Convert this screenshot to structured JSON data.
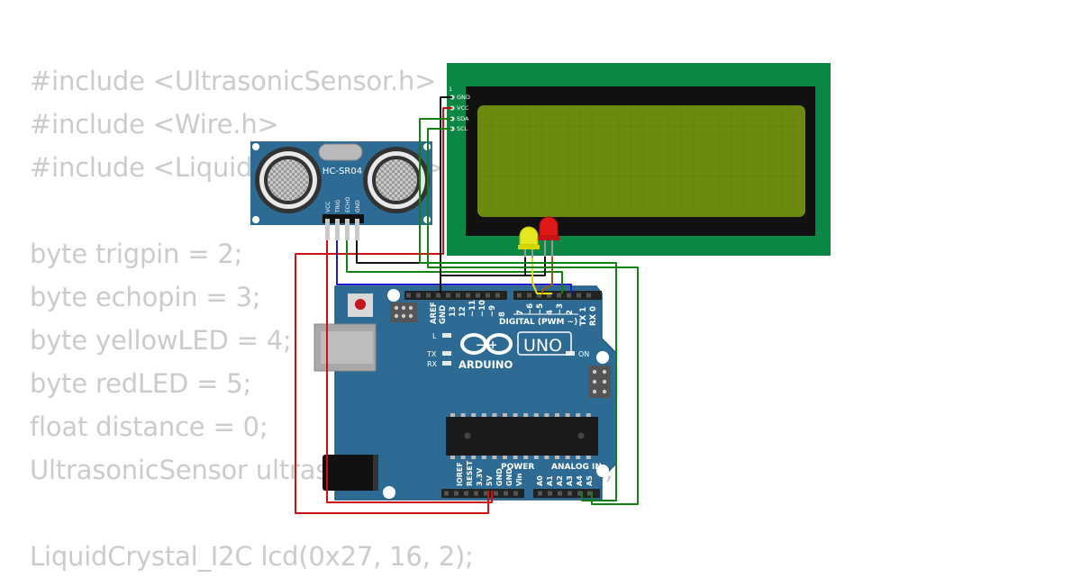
{
  "code_lines": [
    "#include <UltrasonicSensor.h>",
    "#include <Wire.h>",
    "#include <LiquidCrystal_I2C.h>",
    "",
    "byte trigpin = 2;",
    "byte echopin = 3;",
    "byte yellowLED = 4;",
    "byte redLED = 5;",
    "float distance = 0;",
    "UltrasonicSensor ultrasonic(trigpin, echopin);",
    "",
    "LiquidCrystal_I2C lcd(0x27, 16, 2);"
  ],
  "sensor": {
    "model": "HC-SR04",
    "pins": [
      "VCC",
      "TRIG",
      "ECHO",
      "GND"
    ]
  },
  "lcd": {
    "pin_index": "1",
    "pins": [
      "GND",
      "VCC",
      "SDA",
      "SCL"
    ]
  },
  "arduino": {
    "brand": "ARDUINO",
    "model": "UNO",
    "logo_glyphs": "− +",
    "on_label": "ON",
    "l_label": "L",
    "tx_label": "TX",
    "rx_label": "RX",
    "aref": "AREF",
    "gnd": "GND",
    "top_pins_left": [
      "13",
      "12",
      "~11",
      "~10",
      "~9",
      "8"
    ],
    "top_pins_right": [
      "7",
      "~6",
      "~5",
      "4",
      "~3",
      "2",
      "TX 1",
      "RX 0"
    ],
    "digital_label": "DIGITAL (PWM ~)",
    "power_label": "POWER",
    "analog_label": "ANALOG IN",
    "power_pins": [
      "IOREF",
      "RESET",
      "3.3V",
      "5V",
      "GND",
      "GND",
      "Vin"
    ],
    "analog_pins": [
      "A0",
      "A1",
      "A2",
      "A3",
      "A4",
      "A5"
    ]
  },
  "colors": {
    "code_text": "#cbcbcb",
    "board": "#2d6b94",
    "lcd_pcb": "#0a8745",
    "lcd_screen": "#6b8b0e",
    "wire_red": "#d01010",
    "wire_black": "#111111",
    "wire_green": "#128212",
    "wire_blue": "#1a1ad0",
    "wire_yellow": "#e8e000",
    "wire_brown": "#9a5a1a",
    "led_yellow": "#e6e61e",
    "led_red": "#e01a1a"
  }
}
